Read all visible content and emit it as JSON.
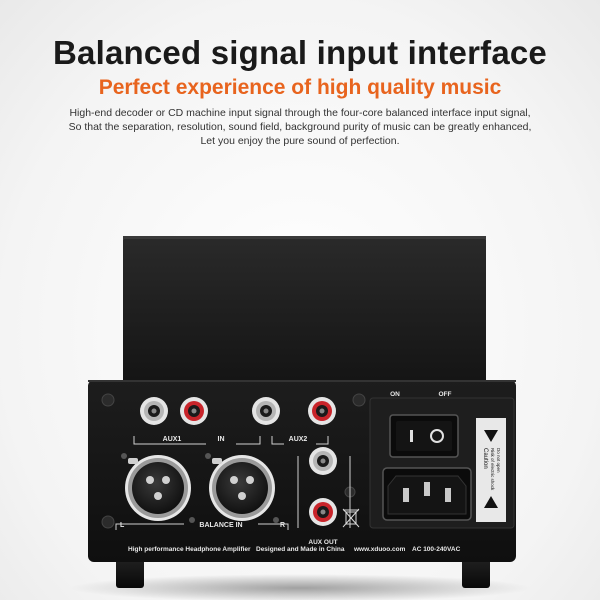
{
  "header": {
    "title": "Balanced signal input interface",
    "subtitle": "Perfect experience of high quality music",
    "description_lines": [
      "High-end decoder or CD machine input signal through the four-core balanced interface input signal,",
      "So that the separation, resolution, sound field, background purity of music can be greatly enhanced,",
      "Let you enjoy the pure sound of perfection."
    ]
  },
  "panel": {
    "rca_labels": {
      "aux1": "AUX1",
      "in": "IN",
      "aux2": "AUX2"
    },
    "balance_labels": {
      "left": "L",
      "balance_in": "BALANCE IN",
      "right": "R"
    },
    "aux_out": "AUX OUT",
    "switch_labels": {
      "on": "ON",
      "off": "OFF"
    },
    "caution_lines": [
      "Caution",
      "Risk of electric shock",
      "Do not open"
    ],
    "footer": {
      "model": "High performance Headphone Amplifier",
      "made_in": "Designed and Made in China",
      "website": "www.xduoo.com",
      "power": "AC 100-240VAC"
    }
  },
  "colors": {
    "accent": "#e8641e",
    "heading": "#1a1a1a",
    "panel": "#161616",
    "rca_red": "#c8242a",
    "rca_white": "#dddddd"
  }
}
